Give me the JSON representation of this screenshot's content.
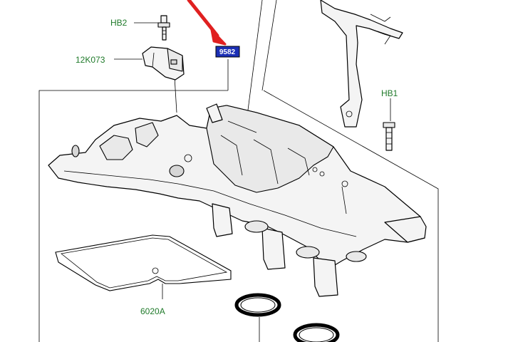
{
  "callouts": {
    "hb2": "HB2",
    "k12": "12K073",
    "hb1": "HB1",
    "gasket": "6020A",
    "manifold_tag": "9582"
  },
  "colors": {
    "callout_text": "#1f7a2a",
    "tag_fill": "#1b2fb5",
    "arrow": "#e02020"
  }
}
